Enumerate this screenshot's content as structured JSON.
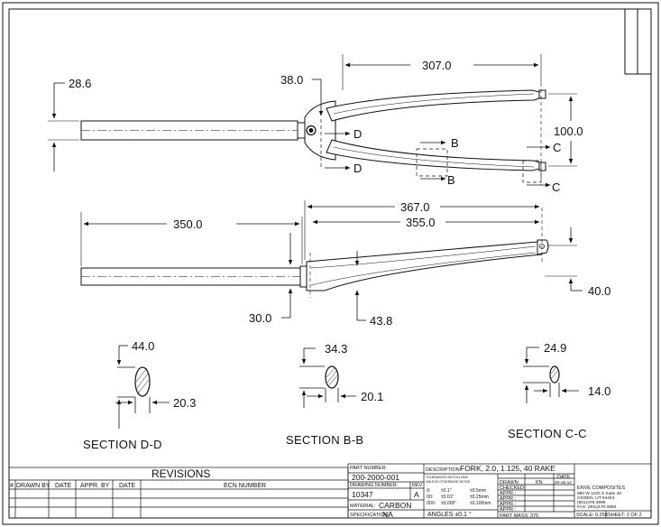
{
  "top_view": {
    "dim_steerer_dia": "28.6",
    "dim_crown": "38.0",
    "dim_length": "307.0",
    "dim_spacing": "100.0",
    "section_d_1": "D",
    "section_d_2": "D",
    "section_b_1": "B",
    "section_b_2": "B",
    "section_c_1": "C",
    "section_c_2": "C"
  },
  "side_view": {
    "dim_steerer_len": "350.0",
    "dim_overall": "367.0",
    "dim_axle_crown": "355.0",
    "dim_rake": "40.0",
    "dim_steerer_base": "30.0",
    "dim_crown_race": "43.8"
  },
  "sections": [
    {
      "label": "SECTION  D-D",
      "dim_major": "44.0",
      "dim_minor": "20.3"
    },
    {
      "label": "SECTION  B-B",
      "dim_major": "34.3",
      "dim_minor": "20.1"
    },
    {
      "label": "SECTION  C-C",
      "dim_major": "24.9",
      "dim_minor": "14.0"
    }
  ],
  "revisions": {
    "title": "REVISIONS",
    "cols": [
      "#",
      "DRAWN BY",
      "DATE",
      "APPR. BY",
      "DATE",
      "ECN NUMBER"
    ]
  },
  "title_block": {
    "part_number_label": "PART NUMBER:",
    "part_number": "200-2000-001",
    "drawing_number_label": "DRAWING NUMBER:",
    "rev_label": "REV",
    "drawing_number": "10347",
    "rev": "A",
    "material_label": "MATERIAL:",
    "material": "CARBON",
    "specification_label": "SPECIFICATION:",
    "specification": "NA",
    "description_label": "DESCRIPTION:",
    "description": "FORK, 2.0, 1.125, 40 RAKE",
    "tolerance_note_1": "TOLERANCES AS FOLLOWS",
    "tolerance_note_2": "UNLESS OTHERWISE NOTED",
    "tol_rows": [
      {
        "k": ".0:",
        "a": "±0.1\"",
        "b": "±0.5mm"
      },
      {
        "k": ".00:",
        "a": "±0.01\"",
        "b": "±0.25mm"
      },
      {
        "k": ".000:",
        "a": "±0.005\"",
        "b": "±0.100mm"
      }
    ],
    "angles": "ANGLES ±0.1 °",
    "date_label": "DATE",
    "drawn_label": "DRAWN:",
    "drawn_by": "KN",
    "drawn_date": "29-Jul-12",
    "checked_label": "CHECKED:",
    "appr_1": "APPR.:",
    "appr_2": "APPR.:",
    "appr_3": "APPR.:",
    "appr_4": "APPR.:",
    "part_mass_label": "PART MASS:",
    "part_mass": "375",
    "company": "ENVE COMPOSITES",
    "address_1": "880 W 1100 S Suite 40",
    "address_2": "OGDEN, UT 84404",
    "phone": "(801)479-3999",
    "fax": "FAX: (801)479-3993",
    "scale": "SCALE: 0.250",
    "sheet": "SHEET: 2 OF 2"
  }
}
